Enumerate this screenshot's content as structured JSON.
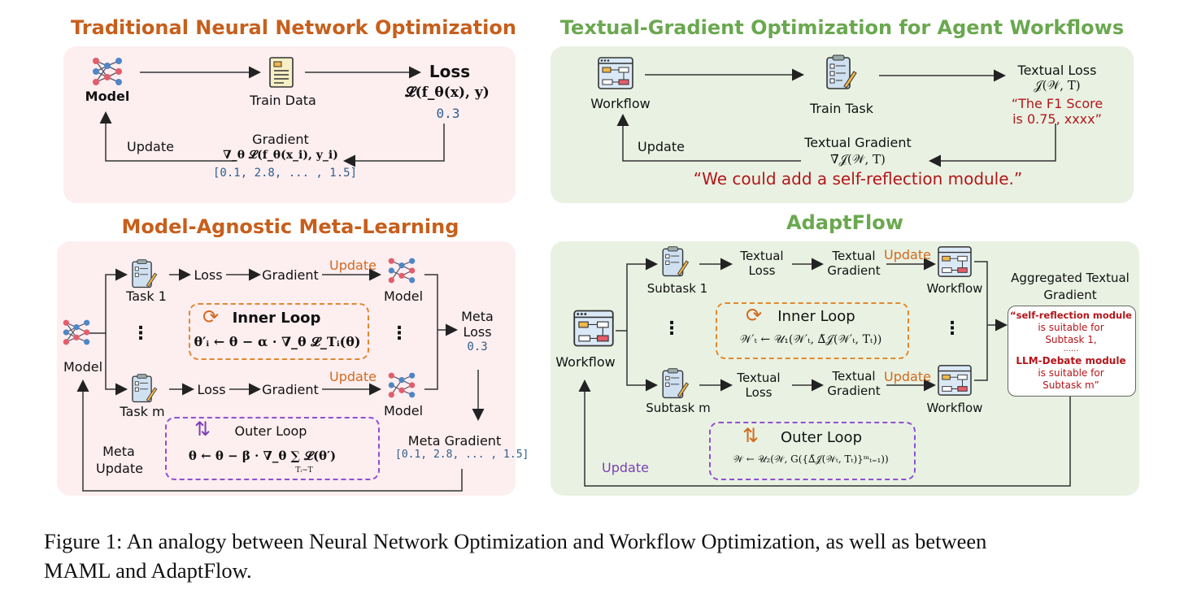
{
  "panels": {
    "traditional": {
      "title": "Traditional Neural Network Optimization",
      "model": "Model",
      "train_data": "Train Data",
      "loss": "Loss",
      "loss_formula": "𝓛(f_θ(x), y)",
      "loss_value": "0.3",
      "gradient": "Gradient",
      "gradient_formula": "∇_θ 𝓛(f_θ(x_i), y_i)",
      "gradient_value": "[0.1, 2.8, ... , 1.5]",
      "update": "Update"
    },
    "textual": {
      "title": "Textual-Gradient Optimization for Agent Workflows",
      "workflow": "Workflow",
      "train_task": "Train Task",
      "textual_loss": "Textual Loss",
      "loss_formula": "𝒥(𝒲, T)",
      "loss_quote_1": "“The F1 Score",
      "loss_quote_2": "is 0.75, xxxx”",
      "textual_gradient": "Textual Gradient",
      "gradient_formula": "∇̃𝒥(𝒲, T)",
      "gradient_quote": "“We could add a self-reflection module.”",
      "update": "Update"
    },
    "maml": {
      "title": "Model-Agnostic Meta-Learning",
      "model": "Model",
      "task_1": "Task 1",
      "task_m": "Task m",
      "loss": "Loss",
      "gradient": "Gradient",
      "update": "Update",
      "inner_loop": "Inner Loop",
      "inner_formula": "θ′ᵢ ← θ − α · ∇_θ 𝓛_Tᵢ(θ)",
      "outer_loop": "Outer Loop",
      "outer_formula": "θ ← θ − β · ∇_θ ∑ 𝓛(θ′)",
      "outer_sub": "Tᵢ∼T",
      "meta_loss_1": "Meta",
      "meta_loss_2": "Loss",
      "meta_loss_value": "0.3",
      "meta_gradient": "Meta Gradient",
      "meta_gradient_value": "[0.1, 2.8, ... , 1.5]",
      "meta_update_1": "Meta",
      "meta_update_2": "Update",
      "dots": "⋮"
    },
    "adaptflow": {
      "title": "AdaptFlow",
      "workflow": "Workflow",
      "subtask_1": "Subtask 1",
      "subtask_m": "Subtask m",
      "textual_loss_1": "Textual",
      "textual_loss_2": "Loss",
      "textual_gradient_1": "Textual",
      "textual_gradient_2": "Gradient",
      "update": "Update",
      "inner_loop": "Inner Loop",
      "inner_formula": "𝒲′ₜ ← 𝒰₁(𝒲′ₜ, ∆̃𝒥(𝒲′ₜ, Tₜ))",
      "outer_loop": "Outer Loop",
      "outer_formula": "𝒲 ← 𝒰₂(𝒲, G({∆̃𝒥(𝒲ₜ, Tₜ)}ᵐₜ₌₁))",
      "agg_title_1": "Aggregated Textual",
      "agg_title_2": "Gradient",
      "agg_line_1": "“self-reflection module",
      "agg_line_2": "is suitable for",
      "agg_line_3": "Subtask 1,",
      "agg_line_4": "......",
      "agg_line_5": "LLM-Debate module",
      "agg_line_6": "is suitable for",
      "agg_line_7": "Subtask m”",
      "dots": "⋮"
    }
  },
  "caption": {
    "line_1": "Figure 1: An analogy between Neural Network Optimization and Workflow Optimization, as well as between",
    "line_2": "MAML and AdaptFlow."
  },
  "colors": {
    "pink_panel": "#fdeef0",
    "green_panel": "#e9f2e2",
    "orange_title": "#c75f1c",
    "green_title": "#6aa84f",
    "number_blue": "#2e5e8c",
    "quote_red": "#b3161b",
    "inner_orange": "#e0892f",
    "outer_purple": "#8f4fd0"
  },
  "icons": [
    "neural-network-icon",
    "document-icon",
    "workflow-window-icon",
    "clipboard-task-icon",
    "refresh-cycle-icon",
    "loop-arrows-icon"
  ]
}
